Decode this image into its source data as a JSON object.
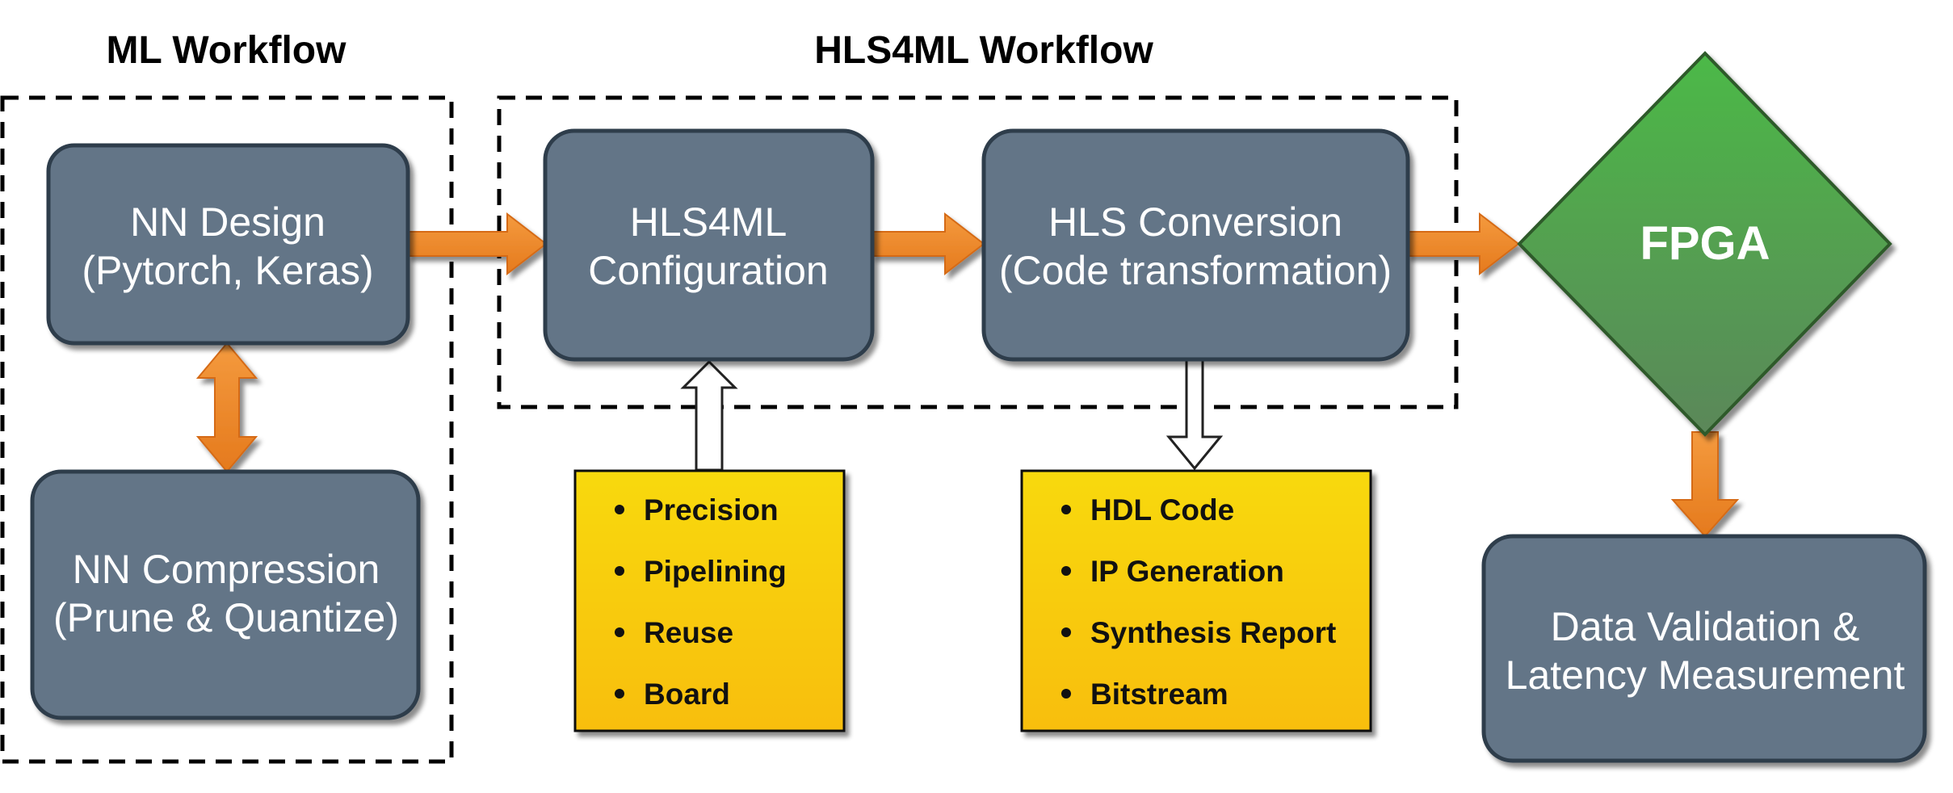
{
  "sections": {
    "ml_workflow_title": "ML Workflow",
    "hls4ml_workflow_title": "HLS4ML Workflow"
  },
  "nodes": {
    "nn_design": {
      "line1": "NN Design",
      "line2": "(Pytorch, Keras)"
    },
    "nn_compression": {
      "line1": "NN Compression",
      "line2": "(Prune & Quantize)"
    },
    "hls4ml_config": {
      "line1": "HLS4ML",
      "line2": "Configuration"
    },
    "hls_conversion": {
      "line1": "HLS Conversion",
      "line2": "(Code transformation)"
    },
    "fpga": {
      "label": "FPGA"
    },
    "validation": {
      "line1": "Data Validation &",
      "line2": "Latency Measurement"
    }
  },
  "config_notes": {
    "items": [
      "Precision",
      "Pipelining",
      "Reuse",
      "Board"
    ]
  },
  "output_notes": {
    "items": [
      "HDL Code",
      "IP Generation",
      "Synthesis Report",
      "Bitstream"
    ]
  },
  "colors": {
    "box_fill": "#647587",
    "box_stroke": "#2e3d4c",
    "arrow_orange": "#f08c2e",
    "arrow_orange_dark": "#d56b14",
    "fpga_green_top": "#4cb947",
    "fpga_green_bottom": "#5b875a",
    "note_yellow_top": "#f8d90e",
    "note_yellow_bottom": "#f8be0a"
  }
}
